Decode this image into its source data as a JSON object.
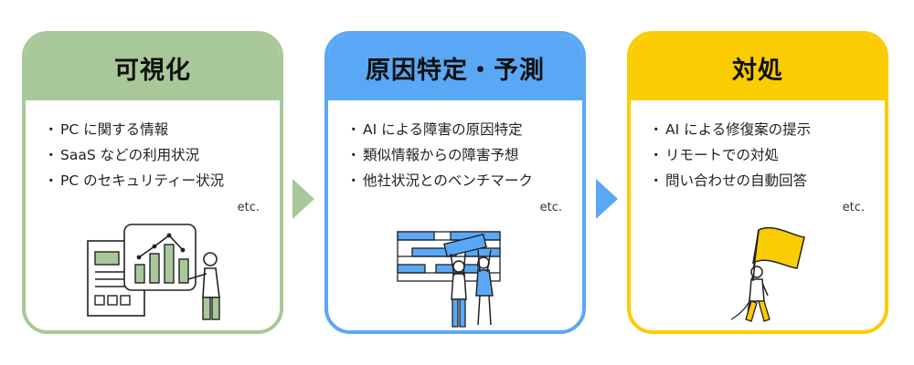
{
  "cards": [
    {
      "title": "可視化",
      "bullet": "・",
      "items": [
        "PC に関する情報",
        "SaaS などの利用状況",
        "PC のセキュリティー状況"
      ],
      "etc": "etc.",
      "illustration_icon": "analytics-chart-illustration"
    },
    {
      "title": "原因特定・予測",
      "bullet": "・",
      "items": [
        "AI による障害の原因特定",
        "類似情報からの障害予想",
        "他社状況とのベンチマーク"
      ],
      "etc": "etc.",
      "illustration_icon": "team-puzzle-board-illustration"
    },
    {
      "title": "対処",
      "bullet": "・",
      "items": [
        "AI による修復案の提示",
        "リモートでの対処",
        "問い合わせの自動回答"
      ],
      "etc": "etc.",
      "illustration_icon": "climber-flag-illustration"
    }
  ],
  "colors": {
    "green": "#a9c899",
    "blue": "#5aa8f5",
    "yellow": "#fbcc03",
    "arrow_green": "#a9c899",
    "arrow_blue": "#5aa8f5"
  },
  "arrows": [
    "chevron-right-icon",
    "chevron-right-icon"
  ]
}
